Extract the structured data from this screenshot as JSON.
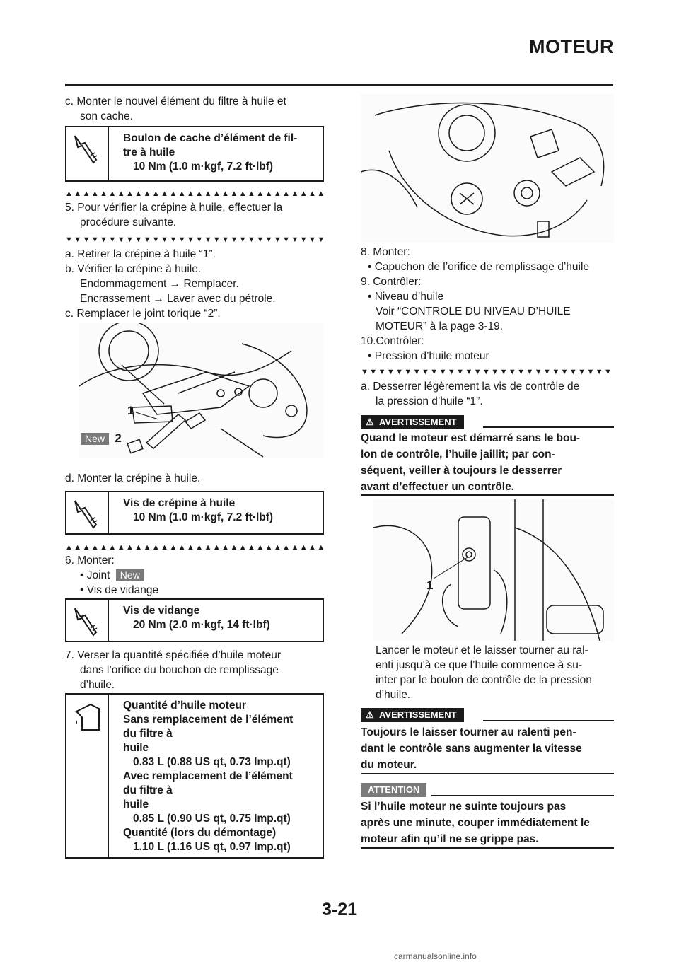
{
  "header": {
    "title": "MOTEUR"
  },
  "left": {
    "step_c_1": "c.  Monter le nouvel élément du filtre à huile et",
    "step_c_2": "son cache.",
    "box1": {
      "line1": "Boulon de cache d’élément de fil-",
      "line2": "tre à huile",
      "value": "10 Nm (1.0 m·kgf, 7.2 ft·lbf)"
    },
    "step5_1": "5.  Pour vérifier la crépine à huile, effectuer la",
    "step5_2": "procédure suivante.",
    "a": "a.  Retirer la crépine à huile “1”.",
    "b": "b.  Vérifier la crépine à huile.",
    "b1": "Endommagement → Remplacer.",
    "b2": "Encrassement → Laver avec du pétrole.",
    "c2": "c.  Remplacer le joint torique “2”.",
    "fig1": {
      "callout1": "1",
      "callout2": "2",
      "badge": "New"
    },
    "d": "d.  Monter la crépine à huile.",
    "box2": {
      "line1": "Vis de crépine à huile",
      "value": "10 Nm (1.0 m·kgf, 7.2 ft·lbf)"
    },
    "step6": "6.  Monter:",
    "joint": "• Joint",
    "new_badge": "New",
    "vis_vidange": "• Vis de vidange",
    "box3": {
      "line1": "Vis de vidange",
      "value": "20 Nm (2.0 m·kgf, 14 ft·lbf)"
    },
    "step7_1": "7.  Verser la quantité spécifiée d’huile moteur",
    "step7_2": "dans l’orifice du bouchon de remplissage",
    "step7_3": "d’huile.",
    "box4": {
      "l1": "Quantité d’huile moteur",
      "l2": "Sans remplacement de l’élément",
      "l3": "du filtre à",
      "l4": "huile",
      "l5": "0.83 L (0.88 US qt, 0.73 Imp.qt)",
      "l6": "Avec remplacement de l’élément",
      "l7": "du filtre à",
      "l8": "huile",
      "l9": "0.85 L (0.90 US qt, 0.75 Imp.qt)",
      "l10": "Quantité (lors du démontage)",
      "l11": "1.10 L (1.16 US qt, 0.97 Imp.qt)"
    }
  },
  "right": {
    "step8": "8.  Monter:",
    "cap": "• Capuchon de l’orifice de remplissage d’huile",
    "step9": "9.  Contrôler:",
    "niveau": "• Niveau d’huile",
    "voir1": "Voir “CONTROLE DU NIVEAU D’HUILE",
    "voir2": "MOTEUR” à la page 3-19.",
    "step10": "10.Contrôler:",
    "pression": "• Pression d’huile moteur",
    "a1": "a.  Desserrer légèrement la vis de contrôle de",
    "a2": "la pression d’huile “1”.",
    "warn1": {
      "label": "AVERTISSEMENT",
      "t1": "Quand le moteur est démarré sans le bou-",
      "t2": "lon de contrôle, l’huile jaillit; par con-",
      "t3": "séquent, veiller à toujours le desserrer",
      "t4": "avant d’effectuer un contrôle."
    },
    "fig3": {
      "callout1": "1"
    },
    "lancer1": "Lancer le moteur et le laisser tourner au ral-",
    "lancer2": "enti jusqu’à ce que l’huile commence à su-",
    "lancer3": "inter par le boulon de contrôle de la pression",
    "lancer4": "d’huile.",
    "warn2": {
      "label": "AVERTISSEMENT",
      "t1": "Toujours le laisser tourner au ralenti pen-",
      "t2": "dant le contrôle sans augmenter la vitesse",
      "t3": "du moteur."
    },
    "attention": {
      "label": "ATTENTION",
      "t1": "Si l’huile moteur ne suinte toujours pas",
      "t2": "après une minute, couper immédiatement le",
      "t3": "moteur afin qu’il ne se grippe pas."
    }
  },
  "footer": {
    "page": "3-21",
    "watermark": "carmanualsonline.info"
  }
}
